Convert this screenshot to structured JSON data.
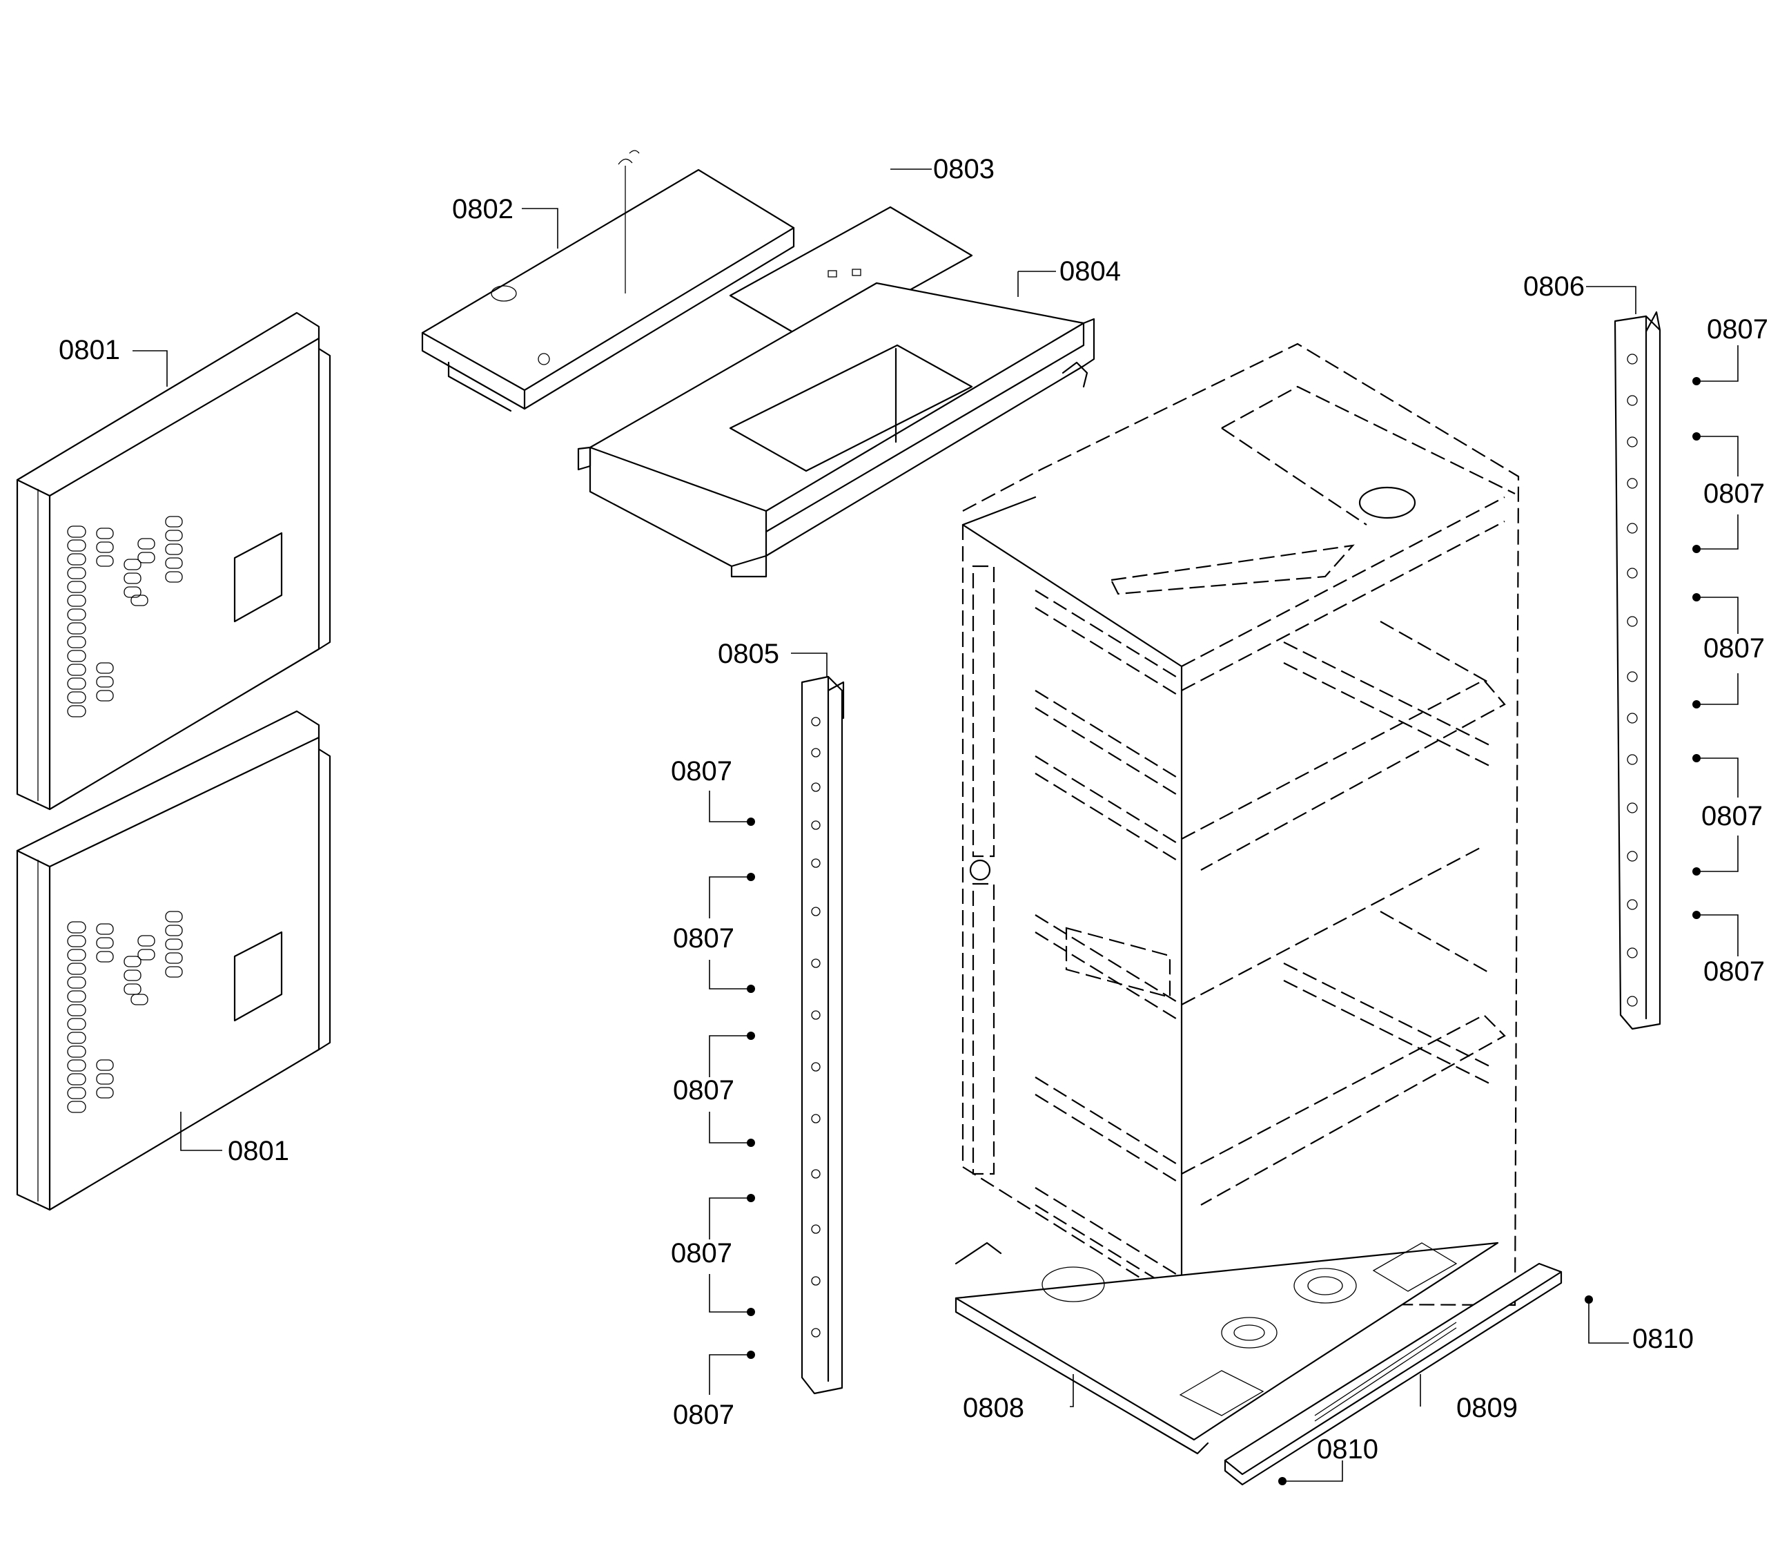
{
  "labels": {
    "side_panel_upper": "0801",
    "side_panel_lower": "0801",
    "top_cover": "0802",
    "top_plate": "0803",
    "top_frame": "0804",
    "left_rail": "0805",
    "right_rail": "0806",
    "screw_left_1": "0807",
    "screw_left_2": "0807",
    "screw_left_3": "0807",
    "screw_left_4": "0807",
    "screw_left_5": "0807",
    "screw_right_1": "0807",
    "screw_right_2": "0807",
    "screw_right_3": "0807",
    "screw_right_4": "0807",
    "screw_right_5": "0807",
    "bottom_pan": "0808",
    "front_strip": "0809",
    "screw_bottom_right": "0810",
    "screw_bottom_left": "0810"
  }
}
